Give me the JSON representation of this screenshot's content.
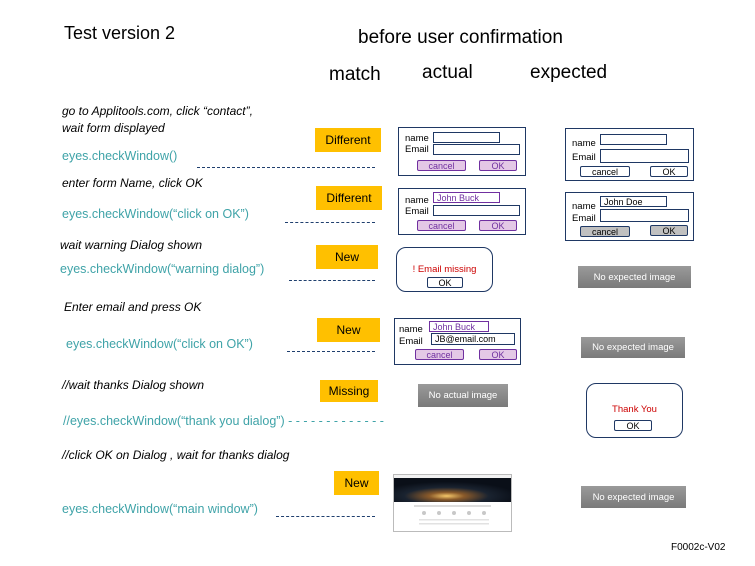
{
  "title": "Test version 2",
  "subtitle": "before user confirmation",
  "columns": {
    "match": "match",
    "actual": "actual",
    "expected": "expected"
  },
  "rows": [
    {
      "step": "go to Applitools.com, click “contact”,",
      "step2": "wait form displayed",
      "code": "eyes.checkWindow()",
      "status": "Different"
    },
    {
      "step": "enter form Name, click OK",
      "code": "eyes.checkWindow(“click  on OK”)",
      "status": "Different"
    },
    {
      "step": "wait warning Dialog shown",
      "code": "eyes.checkWindow(“warning  dialog”)",
      "status": "New"
    },
    {
      "step": "Enter email and press OK",
      "code": "eyes.checkWindow(“click  on OK”)",
      "status": "New"
    },
    {
      "step": "//wait thanks Dialog shown",
      "code": "//eyes.checkWindow(“thank  you dialog”) - - - - - - - - - - - - -",
      "status": "Missing"
    },
    {
      "step": "//click OK on Dialog , wait for thanks dialog",
      "code": "eyes.checkWindow(“main  window”)",
      "status": "New"
    }
  ],
  "form": {
    "name_label": "name",
    "email_label": "Email",
    "cancel": "cancel",
    "ok": "OK",
    "name_john_buck": "John Buck",
    "name_john_doe": "John Doe",
    "email_value": "JB@email.com"
  },
  "dialogs": {
    "warning_text": "! Email missing",
    "thanks_text": "Thank You",
    "ok": "OK"
  },
  "placeholders": {
    "no_expected": "No expected image",
    "no_actual": "No actual image"
  },
  "footer_code": "F0002c-V02",
  "colors": {
    "status_fill": "#ffc000",
    "code_text": "#3fa3a8",
    "form_border": "#1f3864",
    "highlight": "#7030a0",
    "warning_text": "#cc0000"
  }
}
